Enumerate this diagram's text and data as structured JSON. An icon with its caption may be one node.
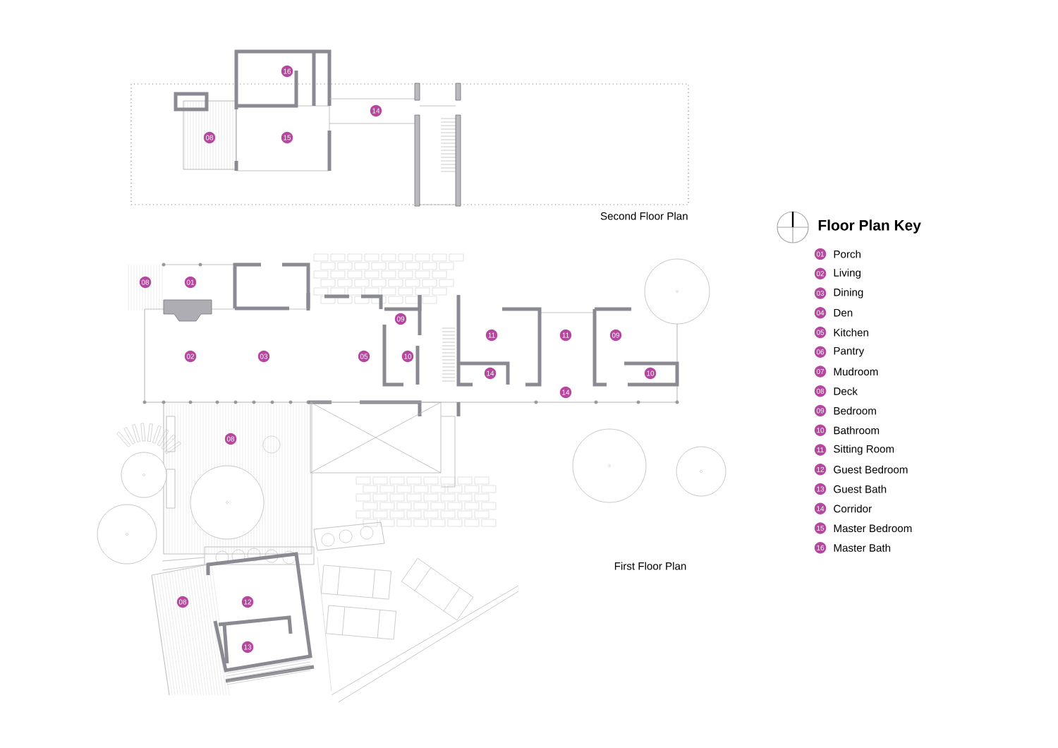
{
  "diagram": {
    "labels": [
      "16",
      "14",
      "08",
      "15",
      "Second Floor Plan",
      "Floor Plan Key",
      "01",
      "Porch",
      "02",
      "Living",
      "03",
      "Dining",
      "04",
      "Den",
      "05",
      "Kitchen",
      "06",
      "Pantry",
      "07",
      "Mudroom",
      "08",
      "Deck",
      "09",
      "Bedroom",
      "10",
      "Bathroom",
      "11",
      "Sitting Room",
      "12",
      "Guest Bedroom",
      "13",
      "Guest Bath",
      "14",
      "Corridor",
      "15",
      "Master Bedroom",
      "16",
      "Master Bath",
      "08",
      "01",
      "09",
      "11",
      "11",
      "09",
      "02",
      "03",
      "05",
      "10",
      "14",
      "10",
      "14",
      "08",
      "First Floor Plan",
      "08",
      "12",
      "13"
    ]
  }
}
